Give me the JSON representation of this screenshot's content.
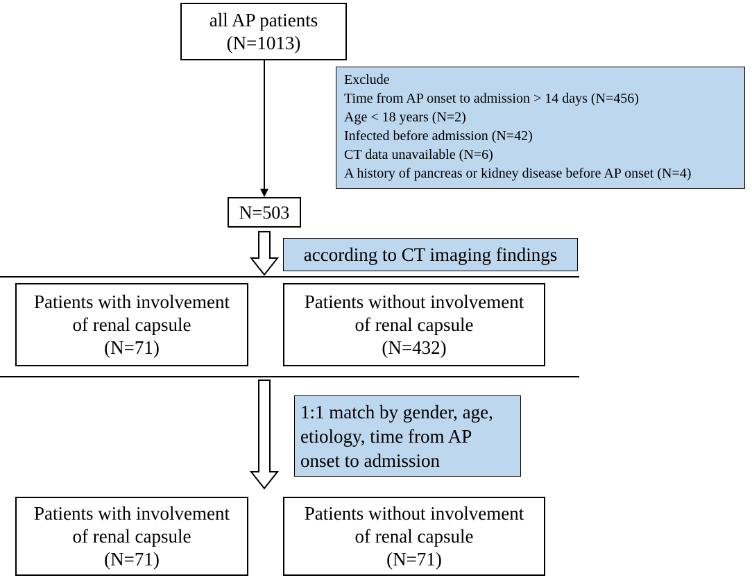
{
  "top_box": {
    "line1": "all AP patients",
    "line2": "(N=1013)"
  },
  "exclude_box": {
    "heading": "Exclude",
    "items": [
      "Time from AP onset to admission > 14 days (N=456)",
      "Age < 18 years (N=2)",
      "Infected before admission (N=42)",
      "CT data unavailable (N=6)",
      "A history of pancreas or kidney disease before AP onset (N=4)"
    ],
    "fill": "#bdd7ee"
  },
  "n503_box": {
    "label": "N=503"
  },
  "ct_note": {
    "label": "according to CT imaging findings"
  },
  "stage1": {
    "left": {
      "line1": "Patients with involvement",
      "line2": "of renal capsule",
      "line3": "(N=71)"
    },
    "right": {
      "line1": "Patients without involvement",
      "line2": "of renal capsule",
      "line3": "(N=432)"
    }
  },
  "match_note": {
    "line1": "1:1 match by gender, age,",
    "line2": "etiology, time from AP",
    "line3": "onset to admission"
  },
  "stage2": {
    "left": {
      "line1": "Patients with involvement",
      "line2": "of renal capsule",
      "line3": "(N=71)"
    },
    "right": {
      "line1": "Patients without involvement",
      "line2": "of renal capsule",
      "line3": "(N=71)"
    }
  }
}
